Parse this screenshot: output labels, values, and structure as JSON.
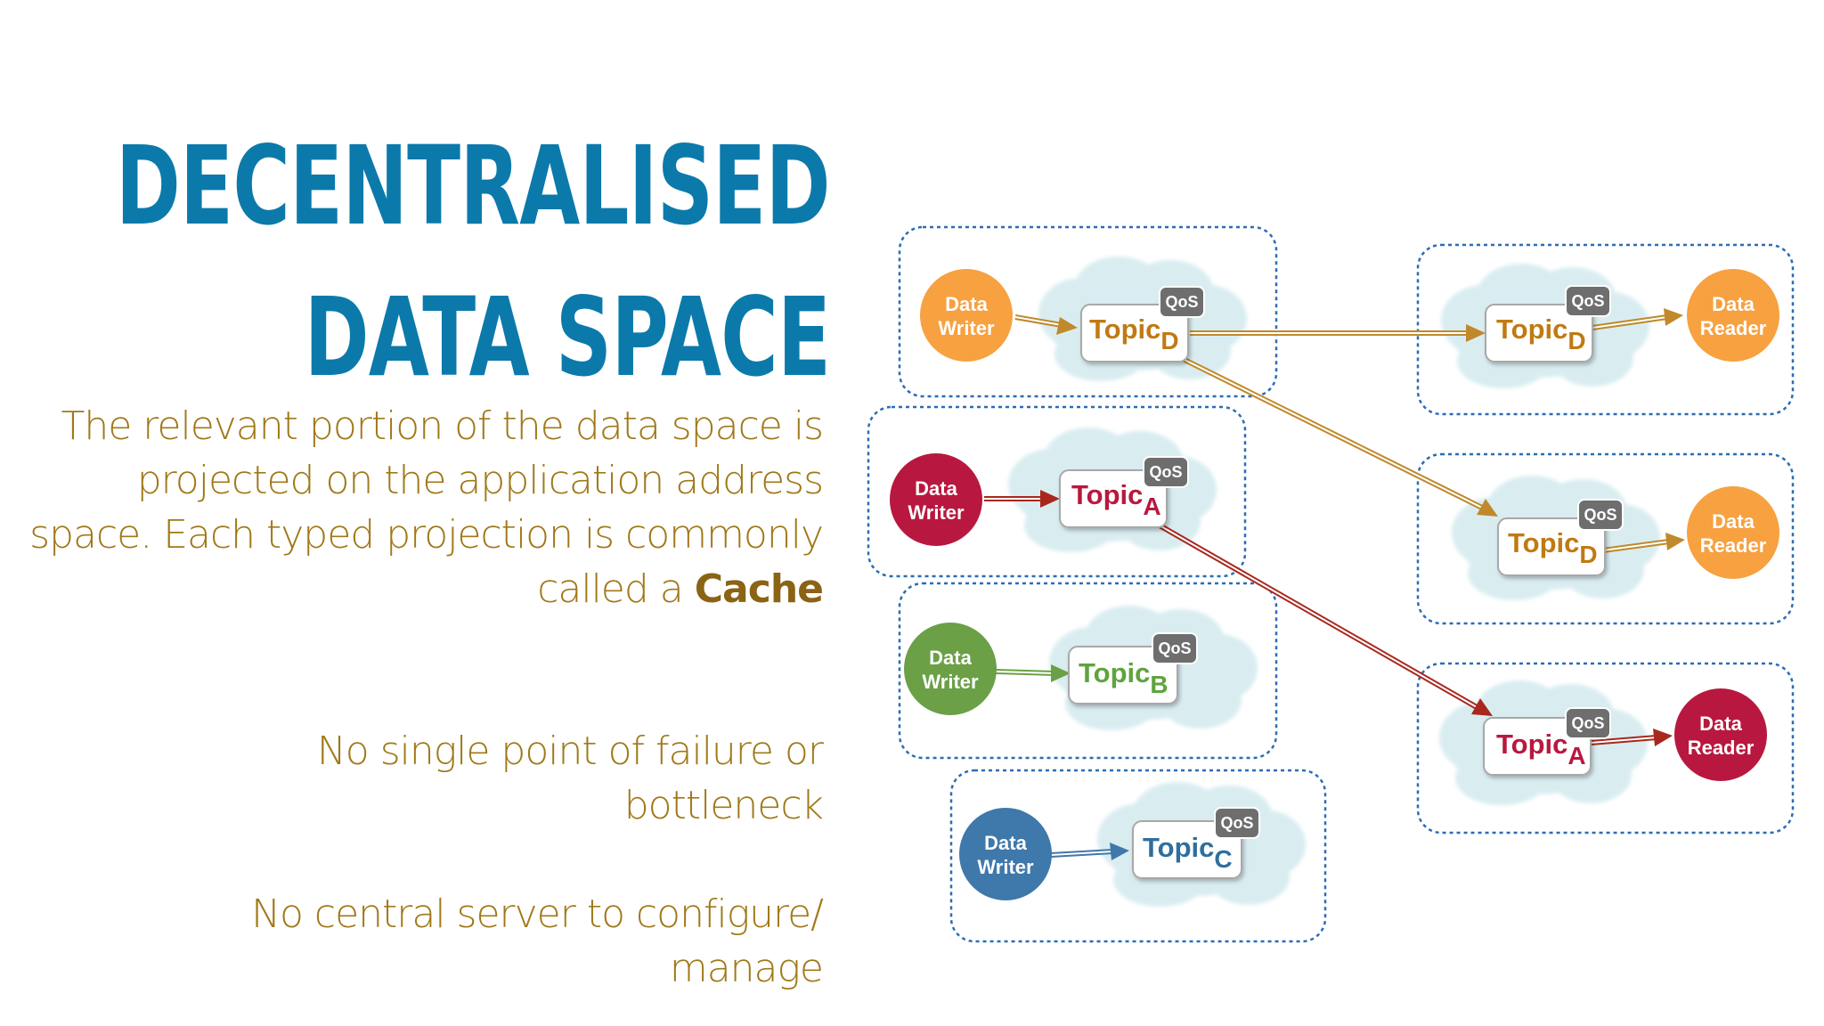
{
  "title": {
    "line1": "DECENTRALISED",
    "line2": "DATA SPACE"
  },
  "paragraphs": {
    "p1_text": "The relevant portion of the data space is projected on the application address space. Each typed projection is commonly called a",
    "p1_bold": "Cache",
    "p2": "No single point of failure or bottleneck",
    "p3": "No central server to configure/ manage"
  },
  "diagram": {
    "qos_label": "QoS",
    "topic_label": "Topic",
    "writer_line1": "Data",
    "writer_line2": "Writer",
    "reader_line1": "Data",
    "reader_line2": "Reader",
    "subscripts": {
      "A": "A",
      "B": "B",
      "C": "C",
      "D": "D"
    },
    "colors": {
      "orange": "#f7a140",
      "crimson": "#b8183f",
      "green": "#6ba046",
      "blue": "#3f78aa",
      "topic_orange": "#c07a12",
      "topic_red": "#b8183f",
      "topic_green": "#5fa33e",
      "topic_blue": "#2f6e9e",
      "border": "#2a6db5",
      "cloud": "#d9edf1",
      "qos_badge": "#6e6e6e"
    }
  }
}
